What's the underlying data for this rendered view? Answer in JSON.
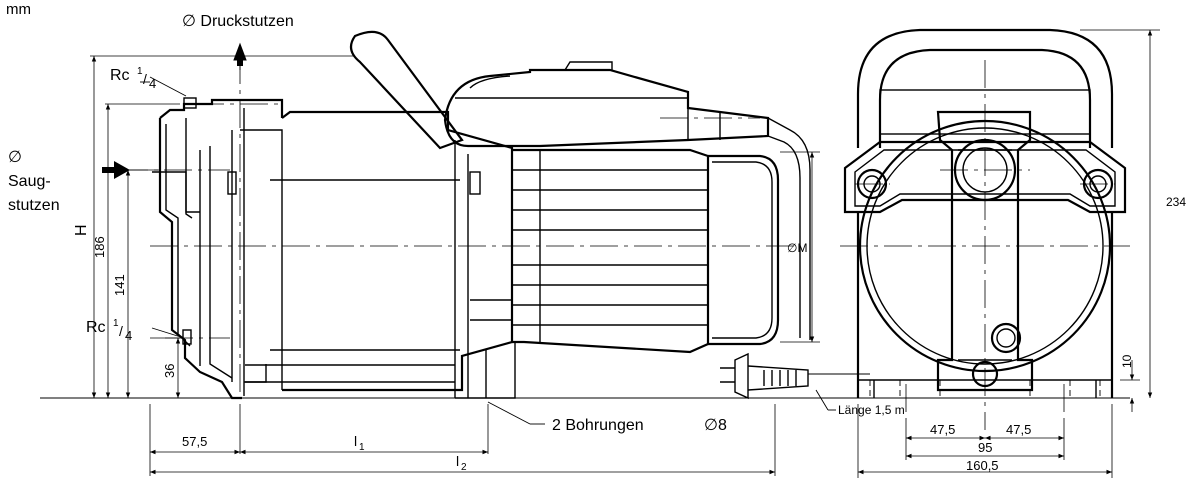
{
  "units": "mm",
  "labels": {
    "druckstutzen": "∅ Druckstutzen",
    "saug_dia": "∅",
    "saug_line1": "Saug-",
    "saug_line2": "stutzen",
    "rc_top": "Rc",
    "rc_top_num": "1",
    "rc_top_den": "4",
    "rc_bottom": "Rc",
    "rc_bottom_num": "1",
    "rc_bottom_den": "4",
    "h": "H",
    "dm": "∅M",
    "bohrungen": "2 Bohrungen",
    "bohr_dia": "∅8",
    "laenge": "Länge 1,5 m"
  },
  "dimensions": {
    "d186": "186",
    "d141": "141",
    "d36": "36",
    "d57_5": "57,5",
    "l1": "l",
    "l1_sub": "1",
    "l2": "l",
    "l2_sub": "2",
    "d234": "234",
    "d10": "10",
    "d47_5a": "47,5",
    "d47_5b": "47,5",
    "d95": "95",
    "d160_5": "160,5"
  }
}
